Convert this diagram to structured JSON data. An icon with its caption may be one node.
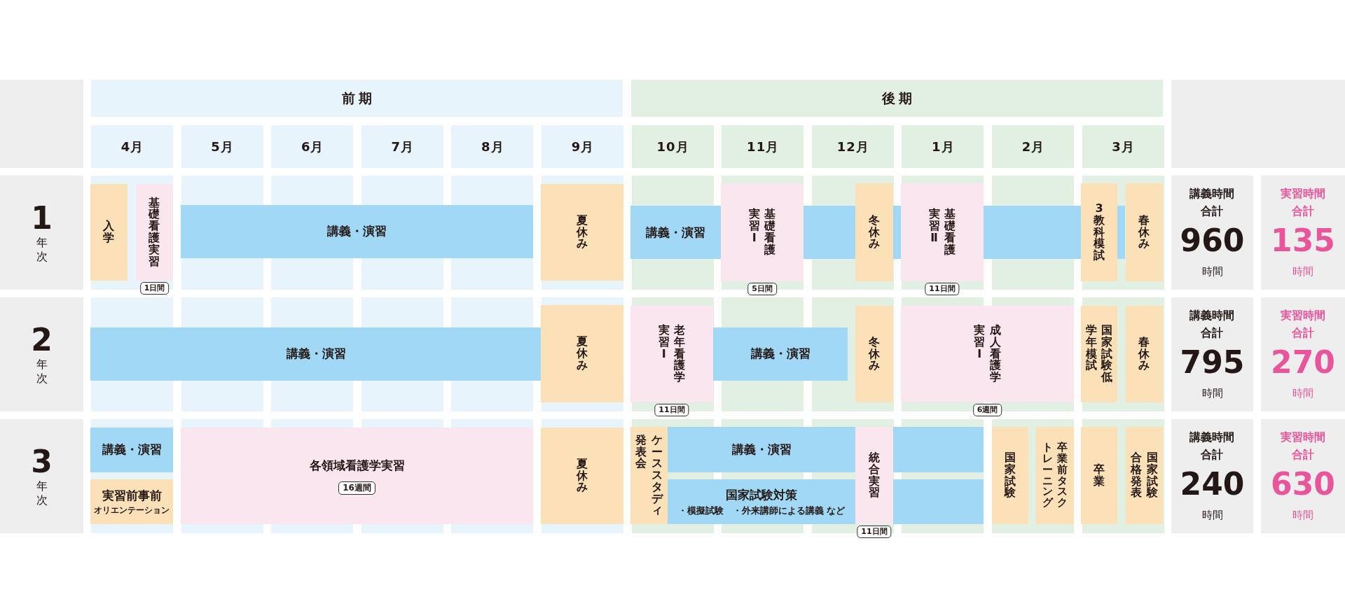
{
  "diagram": {
    "nodes": [
      {
        "text": [
          "前期"
        ]
      },
      {
        "text": [
          "後期"
        ]
      },
      {
        "text": [
          "4月"
        ]
      },
      {
        "text": [
          "5月"
        ]
      },
      {
        "text": [
          "6月"
        ]
      },
      {
        "text": [
          "7月"
        ]
      },
      {
        "text": [
          "8月"
        ]
      },
      {
        "text": [
          "9月"
        ]
      },
      {
        "text": [
          "10月"
        ]
      },
      {
        "text": [
          "11月"
        ]
      },
      {
        "text": [
          "12月"
        ]
      },
      {
        "text": [
          "1月"
        ]
      },
      {
        "text": [
          "2月"
        ]
      },
      {
        "text": [
          "3月"
        ]
      },
      {
        "text": [
          "1",
          "年次"
        ]
      },
      {
        "text": [
          "入学"
        ]
      },
      {
        "text": [
          "基礎看護実習"
        ],
        "beside": [
          "1日間"
        ]
      },
      {
        "text": [
          "講義・演習"
        ]
      },
      {
        "text": [
          "夏休み"
        ]
      },
      {
        "text": [
          "講義・演習"
        ]
      },
      {
        "text": [
          "基礎看護実習Ⅰ"
        ],
        "beside": [
          "5日間"
        ]
      },
      {
        "text": [
          "冬休み"
        ]
      },
      {
        "text": [
          "基礎看護実習Ⅱ"
        ],
        "beside": [
          "11日間"
        ]
      },
      {
        "text": [
          "3教科模試"
        ]
      },
      {
        "text": [
          "春休み"
        ]
      },
      {
        "text": [
          "講義時間合計",
          "960",
          "時間"
        ]
      },
      {
        "text": [
          "実習時間合計",
          "135",
          "時間"
        ]
      },
      {
        "text": [
          "2",
          "年次"
        ]
      },
      {
        "text": [
          "講義・演習"
        ]
      },
      {
        "text": [
          "夏休み"
        ]
      },
      {
        "text": [
          "老年看護学実習Ⅰ"
        ],
        "beside": [
          "11日間"
        ]
      },
      {
        "text": [
          "講義・演習"
        ]
      },
      {
        "text": [
          "冬休み"
        ]
      },
      {
        "text": [
          "成人看護学実習Ⅰ"
        ],
        "beside": [
          "6週間"
        ]
      },
      {
        "text": [
          "国家試験低学年模試"
        ]
      },
      {
        "text": [
          "春休み"
        ]
      },
      {
        "text": [
          "講義時間合計",
          "795",
          "時間"
        ]
      },
      {
        "text": [
          "実習時間合計",
          "270",
          "時間"
        ]
      },
      {
        "text": [
          "3",
          "年次"
        ]
      },
      {
        "text": [
          "講義・演習"
        ]
      },
      {
        "text": [
          "実習前事前",
          "オリエンテーション"
        ]
      },
      {
        "text": [
          "各領域看護学実習",
          "16週間"
        ]
      },
      {
        "text": [
          "夏休み"
        ]
      },
      {
        "text": [
          "ケーススタディ発表会"
        ]
      },
      {
        "text": [
          "講義・演習"
        ]
      },
      {
        "text": [
          "国家試験対策",
          "・模擬試験　・外来講師による講義 など"
        ]
      },
      {
        "text": [
          "統合実習"
        ],
        "beside": [
          "11日間"
        ]
      },
      {
        "text": [],
        "shape": "bar"
      },
      {
        "text": [],
        "shape": "bar"
      },
      {
        "text": [
          "国家試験"
        ]
      },
      {
        "text": [
          "卒業前タスクトレーニング"
        ]
      },
      {
        "text": [
          "卒業"
        ]
      },
      {
        "text": [
          "国家試験合格発表"
        ]
      },
      {
        "text": [
          "講義時間合計",
          "240",
          "時間"
        ]
      },
      {
        "text": [
          "実習時間合計",
          "630",
          "時間"
        ]
      }
    ]
  }
}
